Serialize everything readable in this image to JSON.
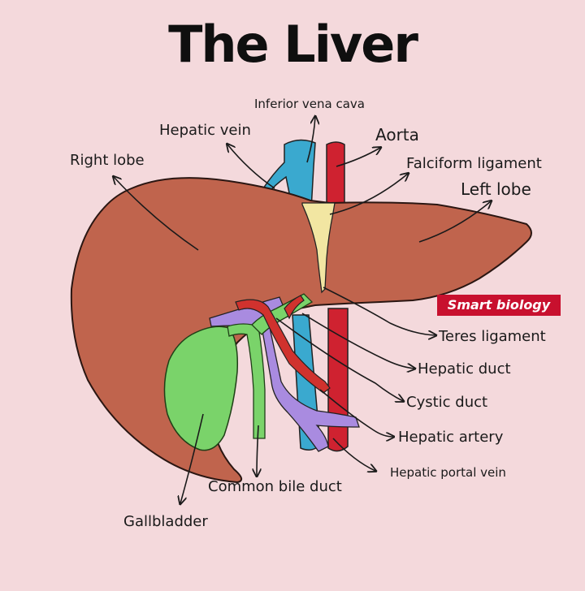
{
  "title": "The Liver",
  "watermark": "Smart biology",
  "labels": {
    "inferior_vena_cava": "Inferior vena cava",
    "hepatic_vein": "Hepatic vein",
    "aorta": "Aorta",
    "right_lobe": "Right lobe",
    "falciform_ligament": "Falciform ligament",
    "left_lobe": "Left lobe",
    "teres_ligament": "Teres ligament",
    "hepatic_duct": "Hepatic duct",
    "cystic_duct": "Cystic duct",
    "hepatic_artery": "Hepatic artery",
    "hepatic_portal_vein": "Hepatic portal vein",
    "common_bile_duct": "Common bile duct",
    "gallbladder": "Gallbladder"
  },
  "colors": {
    "background": "#f4d9dc",
    "liver": "#c0644d",
    "vena_cava": "#3aa9cf",
    "aorta": "#cf2230",
    "falciform": "#f2e6a2",
    "gallbladder": "#7ad36a",
    "hepatic_artery": "#d0322e",
    "hepatic_portal_vein": "#a98be0",
    "watermark": "#c8102e"
  }
}
